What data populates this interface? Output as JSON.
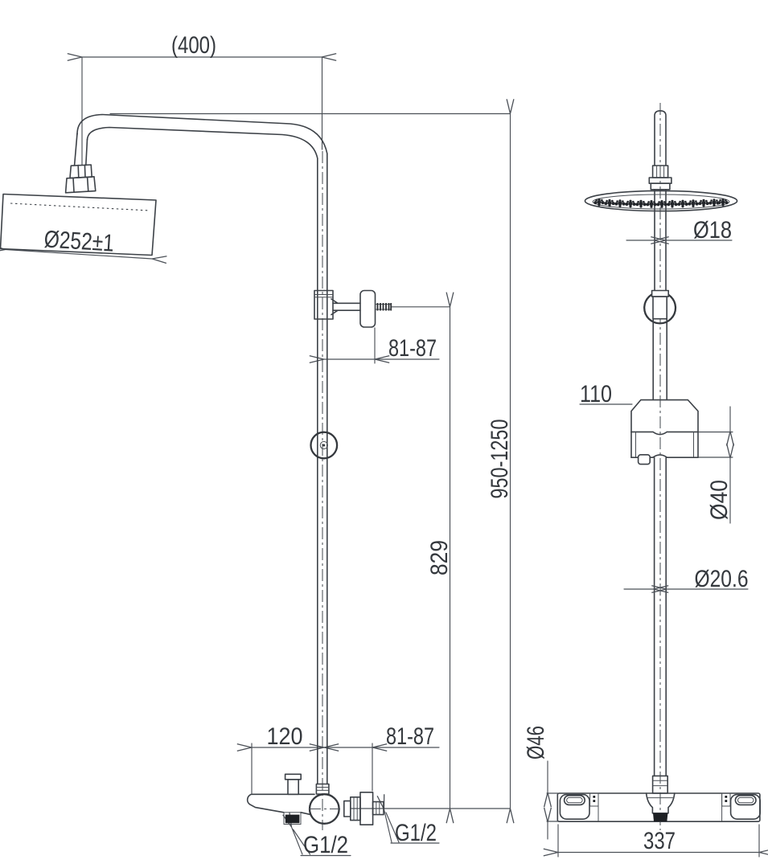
{
  "drawing": {
    "type": "technical-dimension-drawing",
    "subject": "rain shower column with bath mixer, side and front views",
    "background": "#ffffff",
    "line_color": "#3c4147",
    "dim_color": "#4b5057"
  },
  "side_view": {
    "dim_arm_reach": "(400)",
    "dim_head_diameter": "Ø252±1",
    "dim_bracket_wall_distance": "81-87",
    "dim_overall_height": "950-1250",
    "dim_riser_height": "829",
    "dim_spout_length": "120",
    "dim_mixer_wall_distance": "81-87",
    "thread_spout_outlet": "G1/2",
    "thread_wall_inlet": "G1/2"
  },
  "front_view": {
    "dim_arm_diameter": "Ø18",
    "dim_slider_width": "110",
    "dim_slider_diameter": "Ø40",
    "dim_riser_diameter": "Ø20.6",
    "dim_valve_diameter": "Ø46",
    "dim_valve_width": "337"
  }
}
